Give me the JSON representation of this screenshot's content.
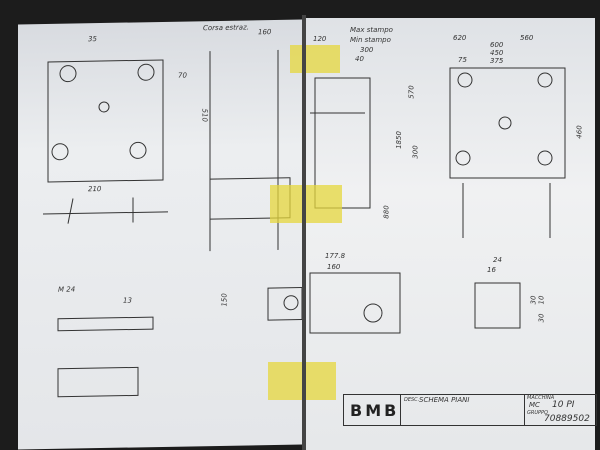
{
  "drawing": {
    "labels_left": {
      "corsa": "Corsa estraz.",
      "corsa_val": "160",
      "d35": "35",
      "d70": "70",
      "d510": "510",
      "d210": "210",
      "m24": "M 24",
      "d13": "13",
      "d150": "150"
    },
    "labels_right": {
      "max_stampo": "Max stampo",
      "min_stampo": "Min stampo",
      "d120": "120",
      "d300": "300",
      "d40": "40",
      "d620": "620",
      "d560": "560",
      "d600": "600",
      "d450": "450",
      "d375": "375",
      "d75": "75",
      "d570": "570",
      "d1850": "1850",
      "d300b": "300",
      "d460": "460",
      "d880": "880",
      "d1778": "177.8",
      "d160": "160",
      "d24": "24",
      "d16": "16",
      "d30": "30",
      "d10": "10",
      "d30b": "30"
    },
    "title_block": {
      "logo": "BMB",
      "desc_label": "DESC.",
      "desc": "SCHEMA PIANI",
      "machine_label": "MACCHINA",
      "machine_prefix": "MC",
      "machine": "10 PI",
      "group_label": "GRUPPO",
      "group": "70889502"
    }
  },
  "colors": {
    "paper": "#e9ecef",
    "tape": "#e6d73c",
    "ink": "#333333"
  }
}
